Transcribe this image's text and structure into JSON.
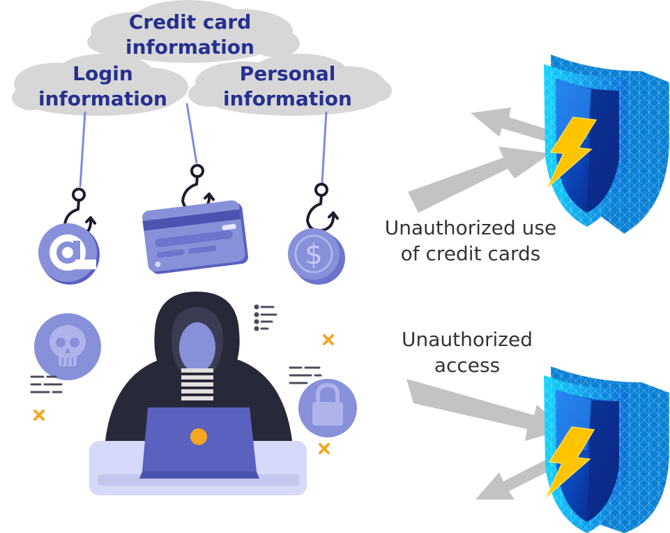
{
  "clouds": {
    "credit_card": {
      "line1": "Credit card",
      "line2": "information"
    },
    "login": {
      "line1": "Login",
      "line2": "information"
    },
    "personal": {
      "line1": "Personal",
      "line2": "information"
    }
  },
  "captions": {
    "top": {
      "line1": "Unauthorized use",
      "line2": "of credit cards"
    },
    "bottom": {
      "line1": "Unauthorized",
      "line2": "access"
    }
  },
  "icons": {
    "email": "at-sign-icon",
    "card": "credit-card-icon",
    "coin": "dollar-coin-icon",
    "skull": "skull-icon",
    "lock": "padlock-icon",
    "hacker": "hooded-hacker-icon",
    "laptop": "laptop-icon",
    "shield": "shield-icon",
    "lightning": "lightning-bolt-icon"
  },
  "colors": {
    "label_text": "#26308f",
    "cloud": "#d7d7d7",
    "icon_purple": "#8790d9",
    "icon_dark_purple": "#5a61bf",
    "hook_dark": "#1c1c2e",
    "hacker_dark": "#272838",
    "accent_orange": "#f5a623",
    "arrow_gray": "#c3c3c3",
    "shield_cyan": "#12c8f0",
    "shield_blue": "#0b3aa8",
    "bolt_yellow": "#ffc400"
  }
}
